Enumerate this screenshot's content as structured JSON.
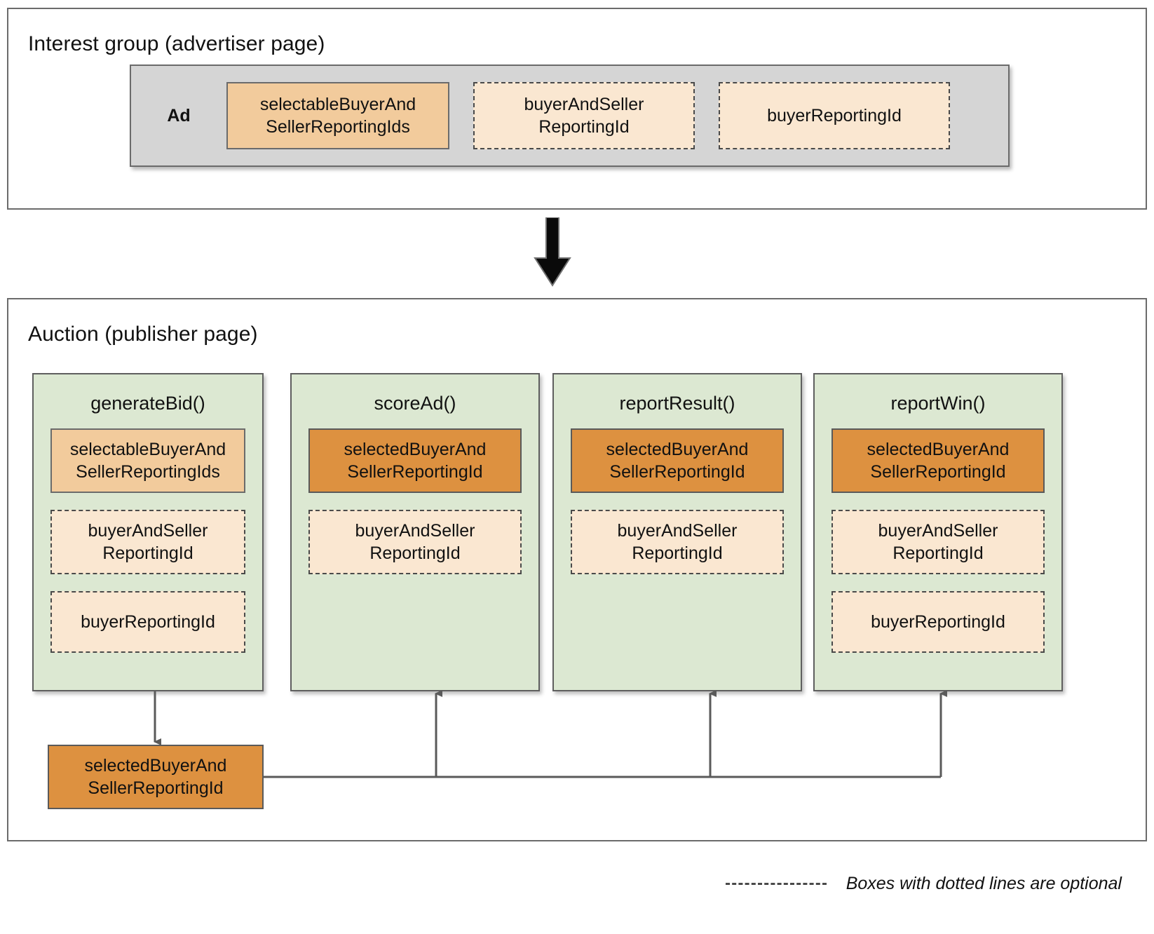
{
  "colors": {
    "solid_light_orange": "#F2CB9C",
    "solid_dark_orange": "#DD9140",
    "dashed_pale_peach": "#FAE7D1",
    "column_green": "#DCE8D2",
    "ad_gray": "#D5D5D5",
    "border_gray": "#6B6B6B",
    "arrow_black": "#0A0A0A",
    "connector_gray": "#5A5A5A"
  },
  "interest_group": {
    "title": "Interest group (advertiser page)",
    "ad": {
      "label": "Ad",
      "fields": [
        {
          "name": "selectableBuyerAndSellerReportingIds",
          "text": "selectableBuyerAnd\nSellerReportingIds",
          "style": "solid-light",
          "optional": false
        },
        {
          "name": "buyerAndSellerReportingId",
          "text": "buyerAndSeller\nReportingId",
          "style": "dashed-pale",
          "optional": true
        },
        {
          "name": "buyerReportingId",
          "text": "buyerReportingId",
          "style": "dashed-pale",
          "optional": true
        }
      ]
    }
  },
  "flow_arrow": {
    "name": "down-arrow",
    "direction": "down"
  },
  "auction": {
    "title": "Auction (publisher page)",
    "columns": [
      {
        "title": "generateBid()",
        "fields": [
          {
            "text": "selectableBuyerAnd\nSellerReportingIds",
            "style": "solid-light",
            "optional": false
          },
          {
            "text": "buyerAndSeller\nReportingId",
            "style": "dashed-pale",
            "optional": true
          },
          {
            "text": "buyerReportingId",
            "style": "dashed-pale",
            "optional": true
          }
        ]
      },
      {
        "title": "scoreAd()",
        "fields": [
          {
            "text": "selectedBuyerAnd\nSellerReportingId",
            "style": "solid-dark",
            "optional": false
          },
          {
            "text": "buyerAndSeller\nReportingId",
            "style": "dashed-pale",
            "optional": true
          }
        ]
      },
      {
        "title": "reportResult()",
        "fields": [
          {
            "text": "selectedBuyerAnd\nSellerReportingId",
            "style": "solid-dark",
            "optional": false
          },
          {
            "text": "buyerAndSeller\nReportingId",
            "style": "dashed-pale",
            "optional": true
          }
        ]
      },
      {
        "title": "reportWin()",
        "fields": [
          {
            "text": "selectedBuyerAnd\nSellerReportingId",
            "style": "solid-dark",
            "optional": false
          },
          {
            "text": "buyerAndSeller\nReportingId",
            "style": "dashed-pale",
            "optional": true
          },
          {
            "text": "buyerReportingId",
            "style": "dashed-pale",
            "optional": true
          }
        ]
      }
    ],
    "output": {
      "text": "selectedBuyerAnd\nSellerReportingId",
      "style": "solid-dark"
    }
  },
  "legend": {
    "dash_sample": "dashed-line-sample",
    "text": "Boxes with dotted lines are optional"
  }
}
